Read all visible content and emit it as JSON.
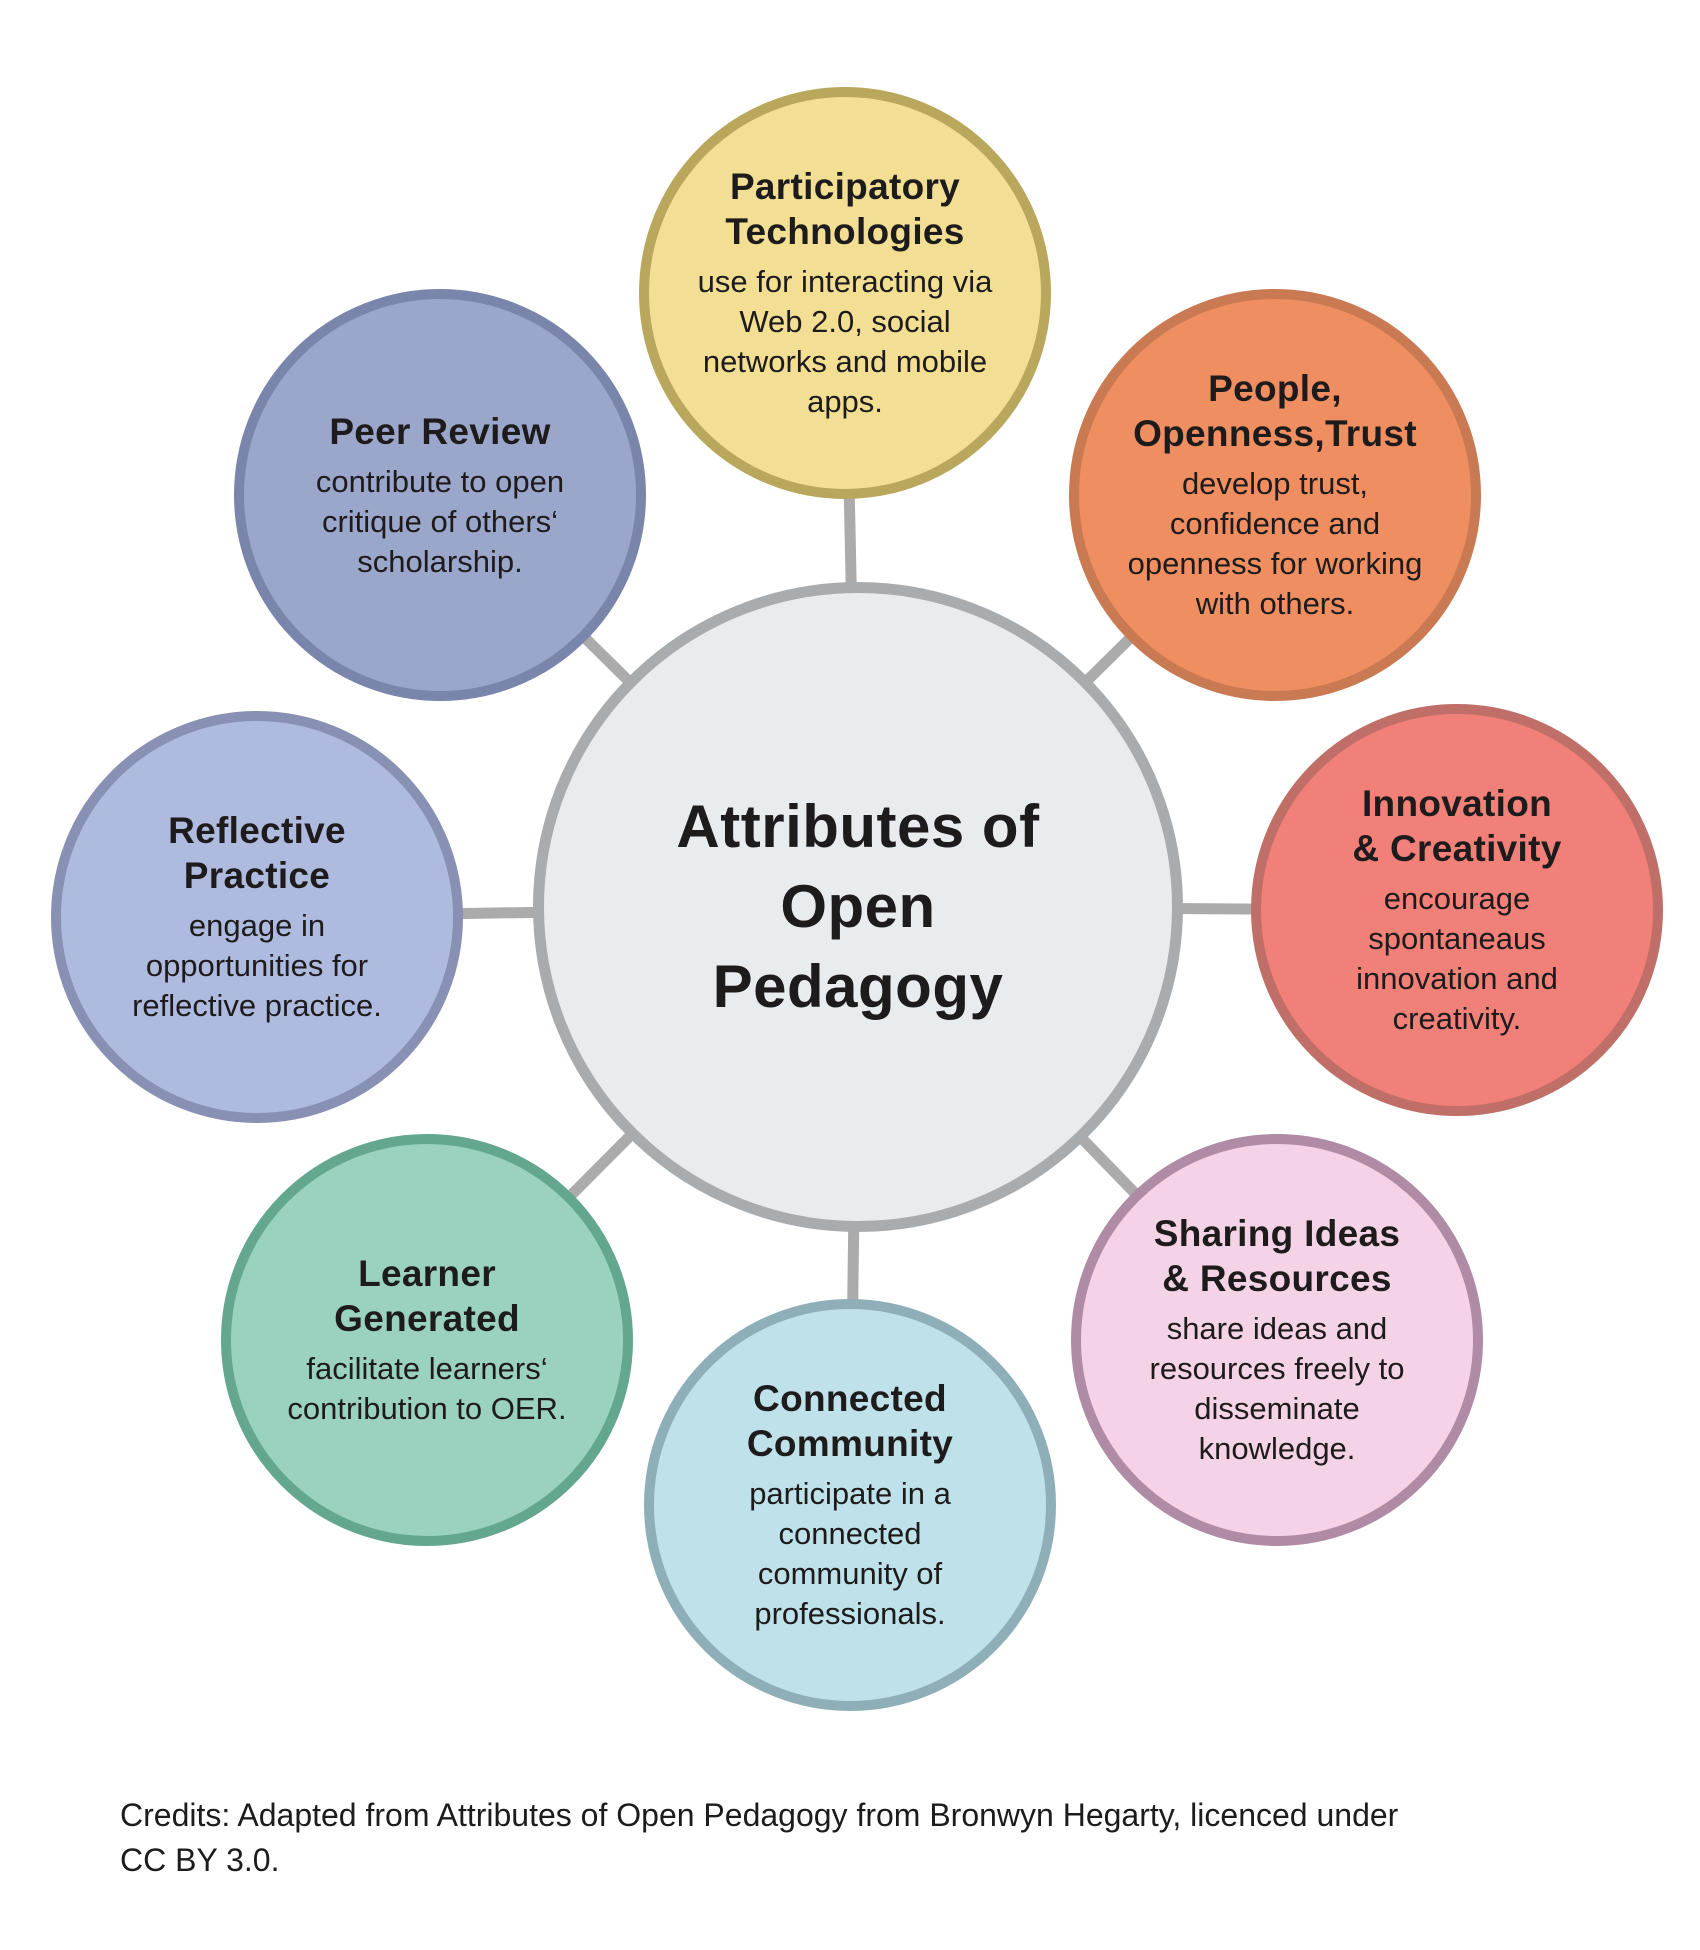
{
  "diagram": {
    "connector_color": "#ababab",
    "center": {
      "title": "Attributes of\nOpen\nPedagogy",
      "fill": "#e9ecef",
      "border": "#a9acae"
    },
    "nodes": [
      {
        "id": "participatory-technologies",
        "title": "Participatory\nTechnologies",
        "body": "use for interacting via\nWeb 2.0, social\nnetworks and mobile\napps.",
        "fill": "#f2df94",
        "border": "#b9a75c"
      },
      {
        "id": "people-openness-trust",
        "title": "People,\nOpenness,Trust",
        "body": "develop trust,\nconfidence and\nopenness for working\nwith others.",
        "fill": "#ef8e61",
        "border": "#c97a52"
      },
      {
        "id": "innovation-creativity",
        "title": "Innovation\n& Creativity",
        "body": "encourage\nspontaneaus\ninnovation and\ncreativity.",
        "fill": "#f08078",
        "border": "#bf6f67"
      },
      {
        "id": "sharing-ideas-resources",
        "title": "Sharing Ideas\n& Resources",
        "body": "share ideas and\nresources freely to\ndisseminate\nknowledge.",
        "fill": "#f3d3e5",
        "border": "#af8ba5"
      },
      {
        "id": "connected-community",
        "title": "Connected\nCommunity",
        "body": "participate in a\nconnected\ncommunity of\nprofessionals.",
        "fill": "#bee1ea",
        "border": "#8fafb8"
      },
      {
        "id": "learner-generated",
        "title": "Learner\nGenerated",
        "body": "facilitate learners‘\ncontribution to OER.",
        "fill": "#9ad1bf",
        "border": "#63a78e"
      },
      {
        "id": "reflective-practice",
        "title": "Reflective\nPractice",
        "body": "engage in\nopportunities for\nreflective practice.",
        "fill": "#afbadf",
        "border": "#8890b4"
      },
      {
        "id": "peer-review",
        "title": "Peer Review",
        "body": "contribute to open\ncritique of others‘\nscholarship.",
        "fill": "#9aa6ca",
        "border": "#7a85ab"
      }
    ],
    "credits": "Credits: Adapted from Attributes of Open Pedagogy from Bronwyn Hegarty, licenced under\nCC BY 3.0."
  }
}
